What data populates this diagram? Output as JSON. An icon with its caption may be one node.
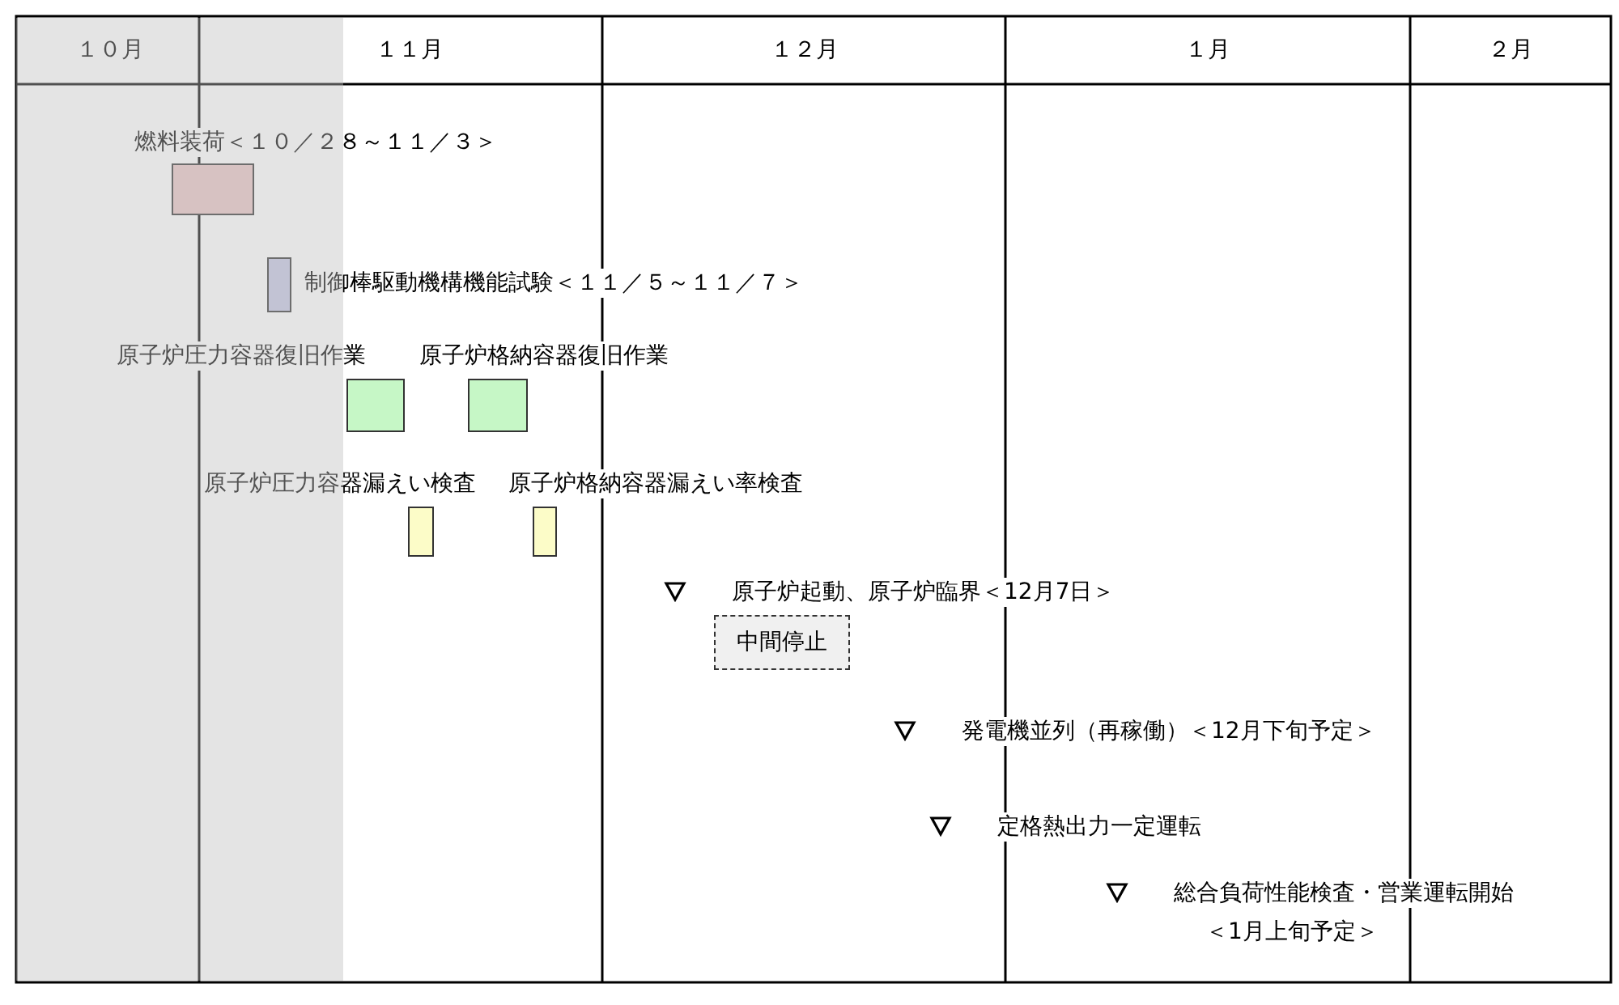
{
  "diagram": {
    "nodes": [
      {
        "text": [],
        "shape": "bar",
        "beside": [
          "燃料装荷＜１０／２８～１１／３＞"
        ]
      },
      {
        "text": [],
        "shape": "bar",
        "beside": [
          "制御棒駆動機構機能試験＜１１／５～１１／７＞"
        ]
      },
      {
        "text": [],
        "shape": "bar",
        "beside": [
          "原子炉圧力容器復旧作業"
        ]
      },
      {
        "text": [],
        "shape": "bar",
        "beside": [
          "原子炉格納容器復旧作業"
        ]
      },
      {
        "text": [],
        "shape": "bar",
        "beside": [
          "原子炉圧力容器漏えい検査"
        ]
      },
      {
        "text": [],
        "shape": "bar",
        "beside": [
          "原子炉格納容器漏えい率検査"
        ]
      },
      {
        "text": [
          "中間停止"
        ]
      }
    ],
    "labels": [
      "１０月",
      "１１月",
      "１２月",
      "１月",
      "２月",
      "原子炉起動、原子炉臨界＜12月7日＞",
      "発電機並列（再稼働）＜12月下旬予定＞",
      "定格熱出力一定運転",
      "総合負荷性能検査・営業運転開始",
      "＜1月上旬予定＞"
    ]
  }
}
